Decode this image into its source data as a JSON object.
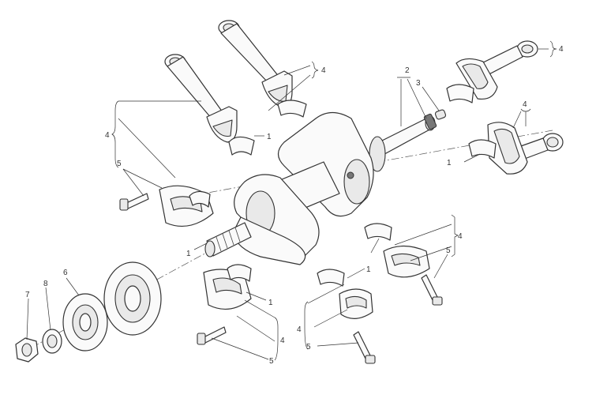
{
  "diagram": {
    "parts": [
      {
        "id": "bearing-shell",
        "callout": "1"
      },
      {
        "id": "crankshaft-assembly",
        "callout": "2"
      },
      {
        "id": "plug",
        "callout": "3"
      },
      {
        "id": "connecting-rod",
        "callout": "4"
      },
      {
        "id": "rod-bolt",
        "callout": "5"
      },
      {
        "id": "timing-gear",
        "callout": "6"
      },
      {
        "id": "nut",
        "callout": "7"
      },
      {
        "id": "washer",
        "callout": "8"
      }
    ],
    "callouts": [
      {
        "key": "c1",
        "text": "1"
      },
      {
        "key": "c2",
        "text": "2"
      },
      {
        "key": "c3",
        "text": "3"
      },
      {
        "key": "c4",
        "text": "4"
      },
      {
        "key": "c5",
        "text": "5"
      },
      {
        "key": "c6",
        "text": "6"
      },
      {
        "key": "c7",
        "text": "7"
      },
      {
        "key": "c8",
        "text": "8"
      }
    ]
  }
}
